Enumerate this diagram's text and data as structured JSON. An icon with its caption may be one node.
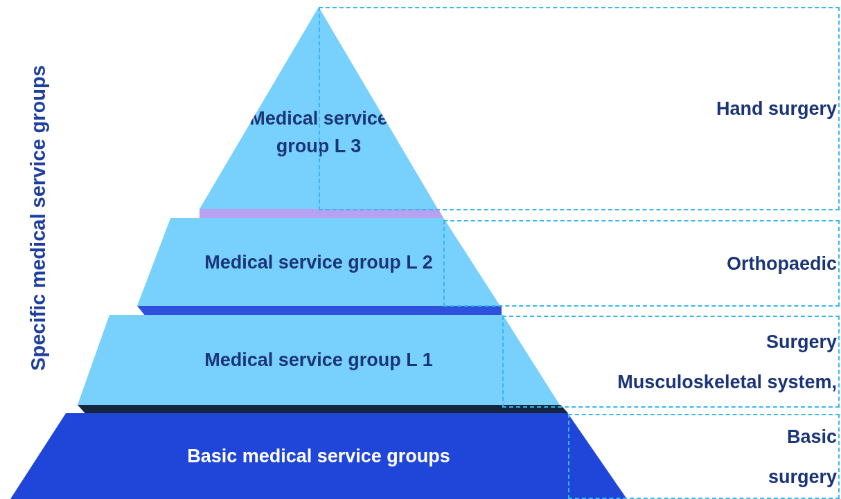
{
  "diagram": {
    "nodes": [
      {
        "text": [
          "Medical service group L 3"
        ]
      },
      {
        "text": [
          "Hand surgery"
        ]
      },
      {
        "text": [
          "Medical service group L 2"
        ]
      },
      {
        "text": [
          "Orthopaedic"
        ]
      },
      {
        "text": [
          "Medical service group L 1"
        ]
      },
      {
        "text": [
          "Surgery",
          "Musculoskeletal system,"
        ]
      },
      {
        "text": [
          "Basic medical service groups"
        ]
      },
      {
        "text": [
          "Basic surgery"
        ]
      }
    ],
    "labels": [
      "Specific medical service groups"
    ]
  }
}
